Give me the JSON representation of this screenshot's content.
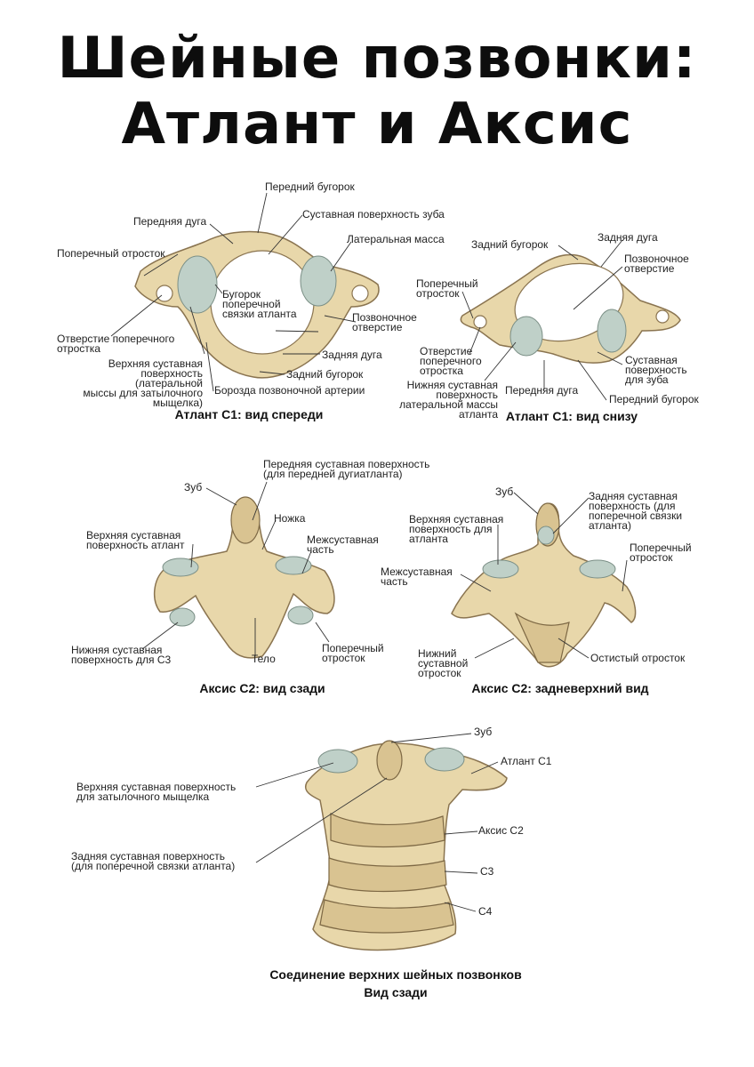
{
  "title": {
    "line1": "Шейные позвонки:",
    "line2": "Атлант и Аксис"
  },
  "atlas_front": {
    "caption": "Атлант С1: вид спереди",
    "labels": {
      "ant_tubercle": "Передний бугорок",
      "ant_arch": "Передняя дуга",
      "dens_facet": "Суставная поверхность зуба",
      "lat_mass": "Латеральная масса",
      "transverse": "Поперечный отросток",
      "tubercle_lig": "Бугорок\nпоперечной\nсвязки атланта",
      "vert_foramen": "Позвоночное\nотверстие",
      "post_arch": "Задняя дуга",
      "post_tubercle": "Задний бугорок",
      "artery_groove": "Борозда позвоночной артерии",
      "transv_foramen": "Отверстие поперечного\nотростка",
      "sup_facet": "Верхняя суставная\nповерхность (латеральной\nмыссы для затылочного\nмыщелка)"
    }
  },
  "atlas_below": {
    "caption": "Атлант С1: вид снизу",
    "labels": {
      "post_tubercle": "Задний бугорок",
      "post_arch": "Задняя дуга",
      "vert_foramen": "Позвоночное\nотверстие",
      "transverse": "Поперечный\nотросток",
      "transv_foramen": "Отверстие\nпоперечного\nотростка",
      "inf_facet": "Нижняя суставная\nповерхность\nлатеральной массы\nатланта",
      "dens_facet": "Суставная\nповерхность\nдля зуба",
      "ant_arch": "Передняя дуга",
      "ant_tubercle": "Передний бугорок"
    }
  },
  "axis_back": {
    "caption": "Аксис С2: вид сзади",
    "labels": {
      "ant_facet": "Передняя суставная поверхность\n(для передней дугиатланта)",
      "dens": "Зуб",
      "pedicle": "Ножка",
      "sup_facet": "Верхняя суставная\nповерхность атлант",
      "interarticular": "Межсуставная\nчасть",
      "inf_facet": "Нижняя суставная\nповерхность для С3",
      "body": "Тело",
      "transverse": "Поперечный\nотросток"
    }
  },
  "axis_posterosup": {
    "caption": "Аксис С2: задневерхний вид",
    "labels": {
      "dens": "Зуб",
      "post_facet": "Задняя суставная\nповерхность (для\nпоперечной связки\nатланта)",
      "sup_facet": "Верхняя суставная\nповерхность для\nатланта",
      "transverse": "Поперечный\nотросток",
      "interarticular": "Межсуставная\nчасть",
      "inf_process": "Нижний\nсуставной\nотросток",
      "spinous": "Остистый отросток"
    }
  },
  "junction": {
    "caption": "Соединение верхних шейных позвонков\nВид сзади",
    "labels": {
      "dens": "Зуб",
      "atlas": "Атлант С1",
      "sup_facet": "Верхняя суставная поверхность\nдля затылочного мыщелка",
      "axis": "Аксис С2",
      "post_facet": "Задняя суставная поверхность\n(для поперечной связки атланта)",
      "c3": "С3",
      "c4": "С4"
    }
  }
}
